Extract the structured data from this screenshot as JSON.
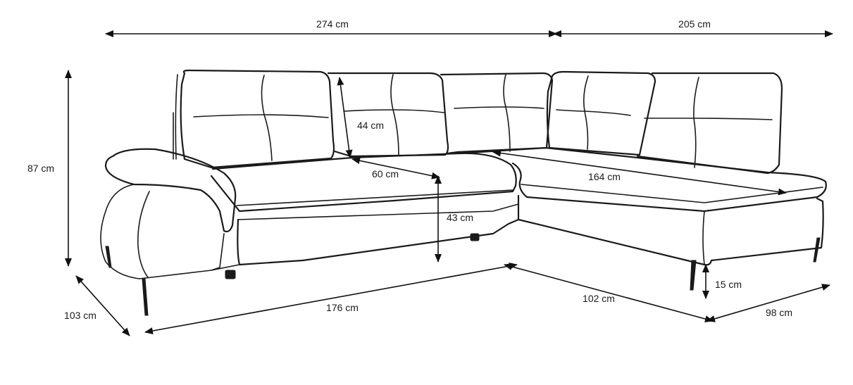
{
  "dimensions": {
    "total_length": "274 cm",
    "chaise_length": "205 cm",
    "height": "87 cm",
    "backrest_height": "44 cm",
    "seat_depth": "60 cm",
    "chaise_seat_length": "164 cm",
    "seat_height": "43 cm",
    "depth": "103 cm",
    "front_length": "176 cm",
    "chaise_front": "102 cm",
    "leg_height": "15 cm",
    "chaise_width": "98 cm"
  },
  "colors": {
    "line": "#1a1a1a",
    "background": "#ffffff"
  }
}
